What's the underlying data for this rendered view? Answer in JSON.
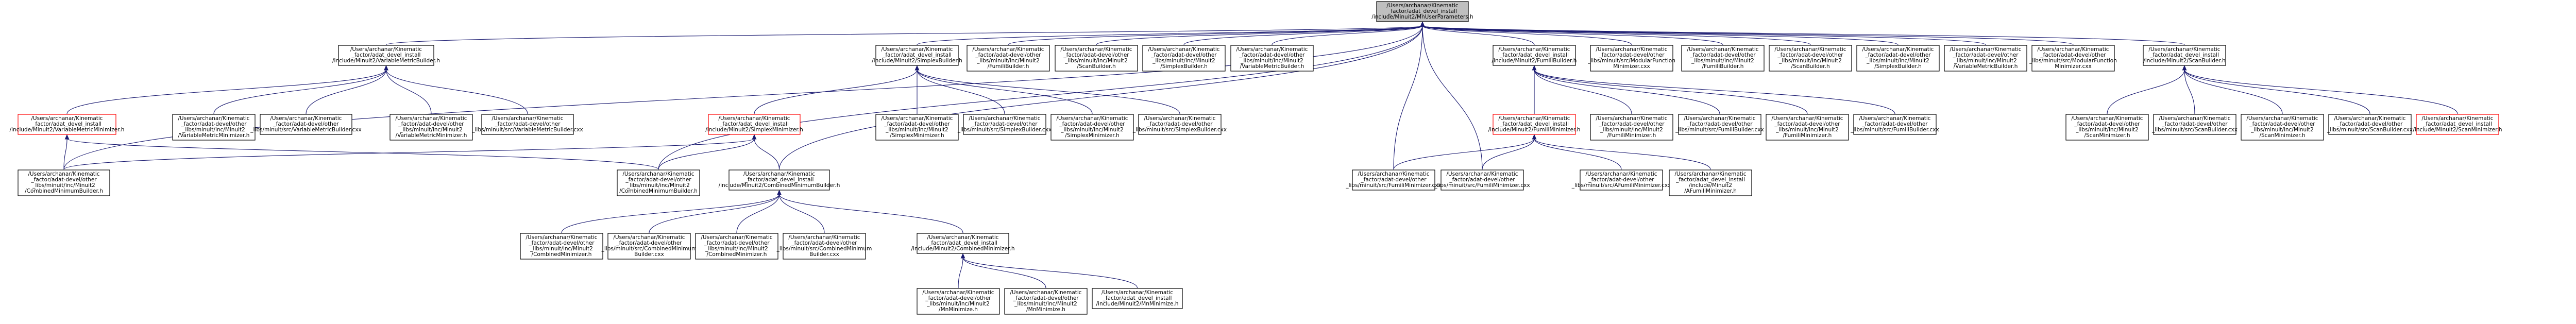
{
  "colors": {
    "root_fill": "#bfbfbf",
    "node_fill": "#ffffff",
    "node_stroke": "#000000",
    "truncated_stroke": "#ff0000",
    "edge": "#191970"
  },
  "nodes": {
    "root": {
      "lines": [
        "/Users/archanar/Kinematic",
        "_factor/adat_devel_install",
        "/include/Minuit2/MnUserParameters.h"
      ],
      "style": "root"
    },
    "vmb_inc": {
      "lines": [
        "/Users/archanar/Kinematic",
        "_factor/adat_devel_install",
        "/include/Minuit2/VariableMetricBuilder.h"
      ]
    },
    "simplexb_inc": {
      "lines": [
        "/Users/archanar/Kinematic",
        "_factor/adat_devel_install",
        "/include/Minuit2/SimplexBuilder.h"
      ]
    },
    "fumib_dev": {
      "lines": [
        "/Users/archanar/Kinematic",
        "_factor/adat-devel/other",
        "_libs/minuit/inc/Minuit2",
        "/FumiliBuilder.h"
      ]
    },
    "scanb_dev": {
      "lines": [
        "/Users/archanar/Kinematic",
        "_factor/adat-devel/other",
        "_libs/minuit/inc/Minuit2",
        "/ScanBuilder.h"
      ]
    },
    "simplexb_dev": {
      "lines": [
        "/Users/archanar/Kinematic",
        "_factor/adat-devel/other",
        "_libs/minuit/inc/Minuit2",
        "/SimplexBuilder.h"
      ]
    },
    "vmb_dev": {
      "lines": [
        "/Users/archanar/Kinematic",
        "_factor/adat-devel/other",
        "_libs/minuit/inc/Minuit2",
        "/VariableMetricBuilder.h"
      ]
    },
    "fumib_inc": {
      "lines": [
        "/Users/archanar/Kinematic",
        "_factor/adat_devel_install",
        "/include/Minuit2/FumiliBuilder.h"
      ]
    },
    "modfunc_cxx": {
      "lines": [
        "/Users/archanar/Kinematic",
        "_factor/adat-devel/other",
        "_libs/minuit/src/ModularFunction",
        "Minimizer.cxx"
      ]
    },
    "fumib_dev2": {
      "lines": [
        "/Users/archanar/Kinematic",
        "_factor/adat-devel/other",
        "_libs/minuit/inc/Minuit2",
        "/FumiliBuilder.h"
      ]
    },
    "scanb_dev2": {
      "lines": [
        "/Users/archanar/Kinematic",
        "_factor/adat-devel/other",
        "_libs/minuit/inc/Minuit2",
        "/ScanBuilder.h"
      ]
    },
    "simplexb_dev2": {
      "lines": [
        "/Users/archanar/Kinematic",
        "_factor/adat-devel/other",
        "_libs/minuit/inc/Minuit2",
        "/SimplexBuilder.h"
      ]
    },
    "vmb_dev2": {
      "lines": [
        "/Users/archanar/Kinematic",
        "_factor/adat-devel/other",
        "_libs/minuit/inc/Minuit2",
        "/VariableMetricBuilder.h"
      ]
    },
    "modfunc_cxx2": {
      "lines": [
        "/Users/archanar/Kinematic",
        "_factor/adat-devel/other",
        "_libs/minuit/src/ModularFunction",
        "Minimizer.cxx"
      ]
    },
    "scanb_inc": {
      "lines": [
        "/Users/archanar/Kinematic",
        "_factor/adat_devel_install",
        "/include/Minuit2/ScanBuilder.h"
      ]
    },
    "vmm_inc": {
      "lines": [
        "/Users/archanar/Kinematic",
        "_factor/adat_devel_install",
        "/include/Minuit2/VariableMetricMinimizer.h"
      ],
      "style": "red"
    },
    "vmm_dev": {
      "lines": [
        "/Users/archanar/Kinematic",
        "_factor/adat-devel/other",
        "_libs/minuit/inc/Minuit2",
        "/VariableMetricMinimizer.h"
      ]
    },
    "vmb_src": {
      "lines": [
        "/Users/archanar/Kinematic",
        "_factor/adat-devel/other",
        "_libs/minuit/src/VariableMetricBuilder.cxx"
      ]
    },
    "vmm_dev2": {
      "lines": [
        "/Users/archanar/Kinematic",
        "_factor/adat-devel/other",
        "_libs/minuit/inc/Minuit2",
        "/VariableMetricMinimizer.h"
      ]
    },
    "vmb_src2": {
      "lines": [
        "/Users/archanar/Kinematic",
        "_factor/adat-devel/other",
        "_libs/minuit/src/VariableMetricBuilder.cxx"
      ]
    },
    "simplexm_inc": {
      "lines": [
        "/Users/archanar/Kinematic",
        "_factor/adat_devel_install",
        "/include/Minuit2/SimplexMinimizer.h"
      ],
      "style": "red"
    },
    "simplexm_dev": {
      "lines": [
        "/Users/archanar/Kinematic",
        "_factor/adat-devel/other",
        "_libs/minuit/inc/Minuit2",
        "/SimplexMinimizer.h"
      ]
    },
    "simplexb_src": {
      "lines": [
        "/Users/archanar/Kinematic",
        "_factor/adat-devel/other",
        "_libs/minuit/src/SimplexBuilder.cxx"
      ]
    },
    "simplexm_dev2": {
      "lines": [
        "/Users/archanar/Kinematic",
        "_factor/adat-devel/other",
        "_libs/minuit/inc/Minuit2",
        "/SimplexMinimizer.h"
      ]
    },
    "simplexb_src2": {
      "lines": [
        "/Users/archanar/Kinematic",
        "_factor/adat-devel/other",
        "_libs/minuit/src/SimplexBuilder.cxx"
      ]
    },
    "fumim_inc": {
      "lines": [
        "/Users/archanar/Kinematic",
        "_factor/adat_devel_install",
        "/include/Minuit2/FumiliMinimizer.h"
      ],
      "style": "red"
    },
    "fumim_dev": {
      "lines": [
        "/Users/archanar/Kinematic",
        "_factor/adat-devel/other",
        "_libs/minuit/inc/Minuit2",
        "/FumiliMinimizer.h"
      ]
    },
    "fumib_src": {
      "lines": [
        "/Users/archanar/Kinematic",
        "_factor/adat-devel/other",
        "_libs/minuit/src/FumiliBuilder.cxx"
      ]
    },
    "fumim_dev2": {
      "lines": [
        "/Users/archanar/Kinematic",
        "_factor/adat-devel/other",
        "_libs/minuit/inc/Minuit2",
        "/FumiliMinimizer.h"
      ]
    },
    "fumib_src2": {
      "lines": [
        "/Users/archanar/Kinematic",
        "_factor/adat-devel/other",
        "_libs/minuit/src/FumiliBuilder.cxx"
      ]
    },
    "scanm_dev": {
      "lines": [
        "/Users/archanar/Kinematic",
        "_factor/adat-devel/other",
        "_libs/minuit/inc/Minuit2",
        "/ScanMinimizer.h"
      ]
    },
    "scanb_src": {
      "lines": [
        "/Users/archanar/Kinematic",
        "_factor/adat-devel/other",
        "_libs/minuit/src/ScanBuilder.cxx"
      ]
    },
    "scanm_dev2": {
      "lines": [
        "/Users/archanar/Kinematic",
        "_factor/adat-devel/other",
        "_libs/minuit/inc/Minuit2",
        "/ScanMinimizer.h"
      ]
    },
    "scanb_src2": {
      "lines": [
        "/Users/archanar/Kinematic",
        "_factor/adat-devel/other",
        "_libs/minuit/src/ScanBuilder.cxx"
      ]
    },
    "scanm_inc": {
      "lines": [
        "/Users/archanar/Kinematic",
        "_factor/adat_devel_install",
        "/include/Minuit2/ScanMinimizer.h"
      ],
      "style": "red"
    },
    "cmb_dev": {
      "lines": [
        "/Users/archanar/Kinematic",
        "_factor/adat-devel/other",
        "_libs/minuit/inc/Minuit2",
        "/CombinedMinimumBuilder.h"
      ]
    },
    "cmb_dev2": {
      "lines": [
        "/Users/archanar/Kinematic",
        "_factor/adat-devel/other",
        "_libs/minuit/inc/Minuit2",
        "/CombinedMinimumBuilder.h"
      ]
    },
    "cmb_inc": {
      "lines": [
        "/Users/archanar/Kinematic",
        "_factor/adat_devel_install",
        "/include/Minuit2/CombinedMinimumBuilder.h"
      ]
    },
    "fumim_src": {
      "lines": [
        "/Users/archanar/Kinematic",
        "_factor/adat-devel/other",
        "_libs/minuit/src/FumiliMinimizer.cxx"
      ]
    },
    "fumim_src2": {
      "lines": [
        "/Users/archanar/Kinematic",
        "_factor/adat-devel/other",
        "_libs/minuit/src/FumiliMinimizer.cxx"
      ]
    },
    "afumim_src": {
      "lines": [
        "/Users/archanar/Kinematic",
        "_factor/adat-devel/other",
        "_libs/minuit/src/AFumiliMinimizer.cxx"
      ]
    },
    "afumim_inc": {
      "lines": [
        "/Users/archanar/Kinematic",
        "_factor/adat_devel_install",
        "/include/Minuit2",
        "/AFumiliMinimizer.h"
      ]
    },
    "cm_dev": {
      "lines": [
        "/Users/archanar/Kinematic",
        "_factor/adat-devel/other",
        "_libs/minuit/inc/Minuit2",
        "/CombinedMinimizer.h"
      ]
    },
    "cmb_src": {
      "lines": [
        "/Users/archanar/Kinematic",
        "_factor/adat-devel/other",
        "_libs/minuit/src/CombinedMinimum",
        "Builder.cxx"
      ]
    },
    "cm_dev2": {
      "lines": [
        "/Users/archanar/Kinematic",
        "_factor/adat-devel/other",
        "_libs/minuit/inc/Minuit2",
        "/CombinedMinimizer.h"
      ]
    },
    "cmb_src2": {
      "lines": [
        "/Users/archanar/Kinematic",
        "_factor/adat-devel/other",
        "_libs/minuit/src/CombinedMinimum",
        "Builder.cxx"
      ]
    },
    "cm_inc": {
      "lines": [
        "/Users/archanar/Kinematic",
        "_factor/adat_devel_install",
        "/include/Minuit2/CombinedMinimizer.h"
      ]
    },
    "mnmig_dev": {
      "lines": [
        "/Users/archanar/Kinematic",
        "_factor/adat-devel/other",
        "_libs/minuit/inc/Minuit2",
        "/MnMinimize.h"
      ]
    },
    "mnmig_dev2": {
      "lines": [
        "/Users/archanar/Kinematic",
        "_factor/adat-devel/other",
        "_libs/minuit/inc/Minuit2",
        "/MnMinimize.h"
      ]
    },
    "mnmig_inc": {
      "lines": [
        "/Users/archanar/Kinematic",
        "_factor/adat_devel_install",
        "/include/Minuit2/MnMinimize.h"
      ]
    }
  }
}
